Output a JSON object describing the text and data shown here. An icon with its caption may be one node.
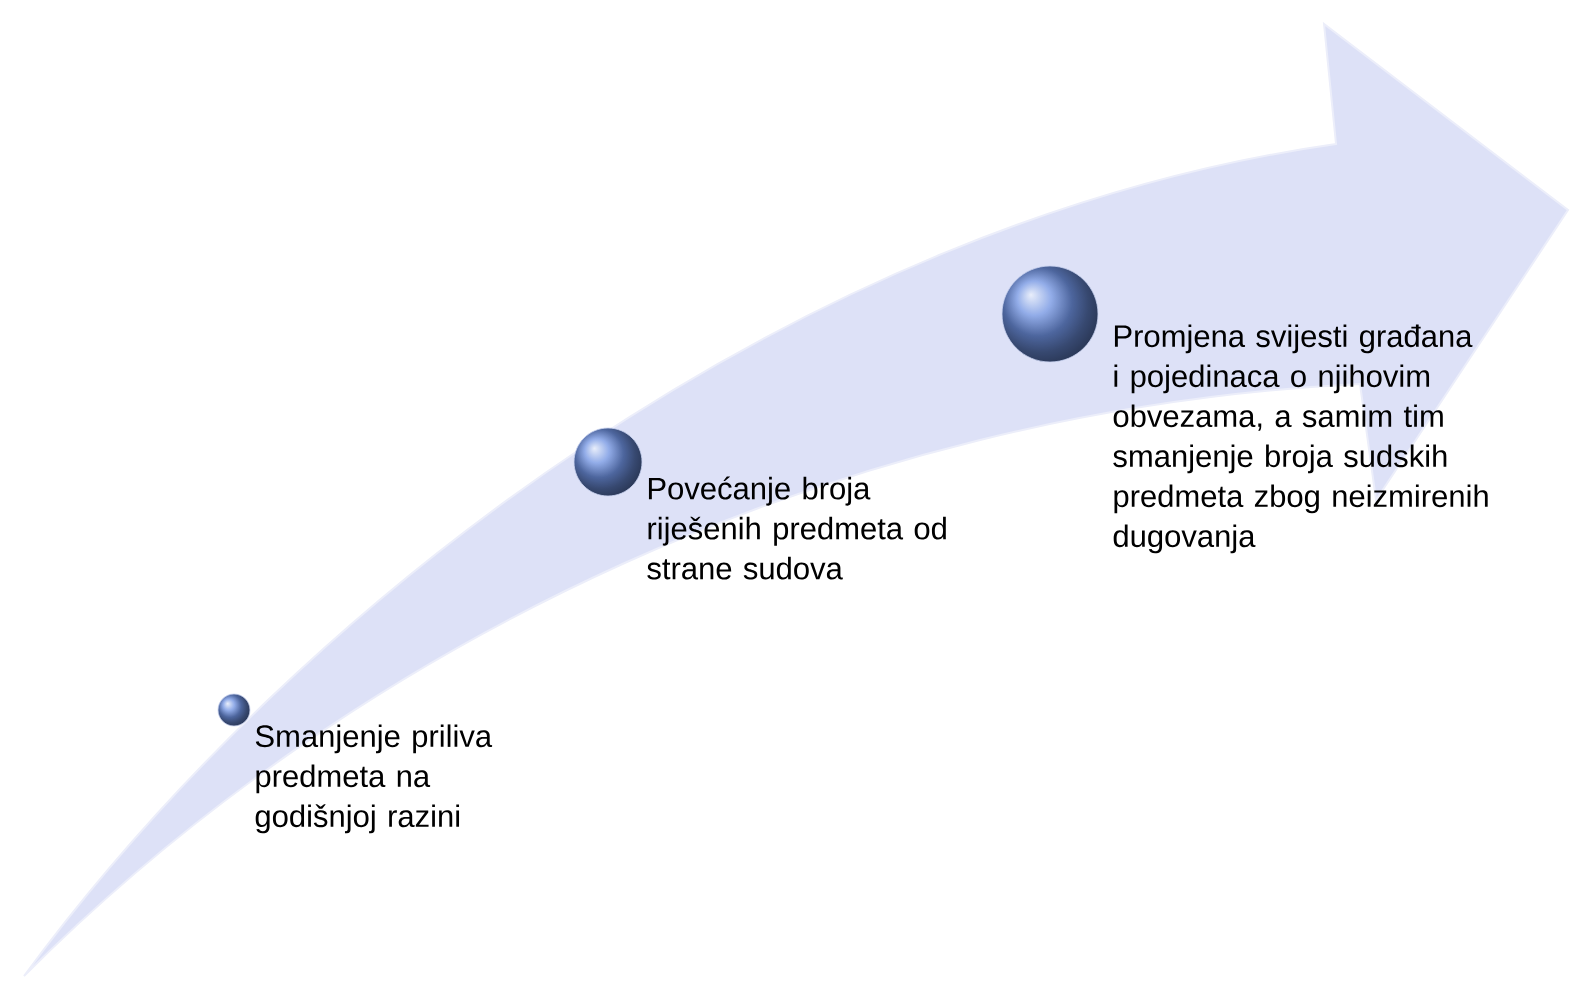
{
  "diagram": {
    "nodes": [
      {
        "text": [],
        "shape": "circle",
        "beside": [
          "Smanjenje priliva predmeta na godišnjoj razini"
        ]
      },
      {
        "text": [],
        "shape": "circle",
        "beside": [
          "Povećanje broja riješenih predmeta od strane sudova"
        ]
      },
      {
        "text": [],
        "shape": "circle",
        "beside": [
          "Promjena svijesti građana i pojedinaca o njihovim obvezama, a samim tim smanjenje broja sudskih  predmeta zbog neizmirenih dugovanja"
        ]
      }
    ]
  }
}
